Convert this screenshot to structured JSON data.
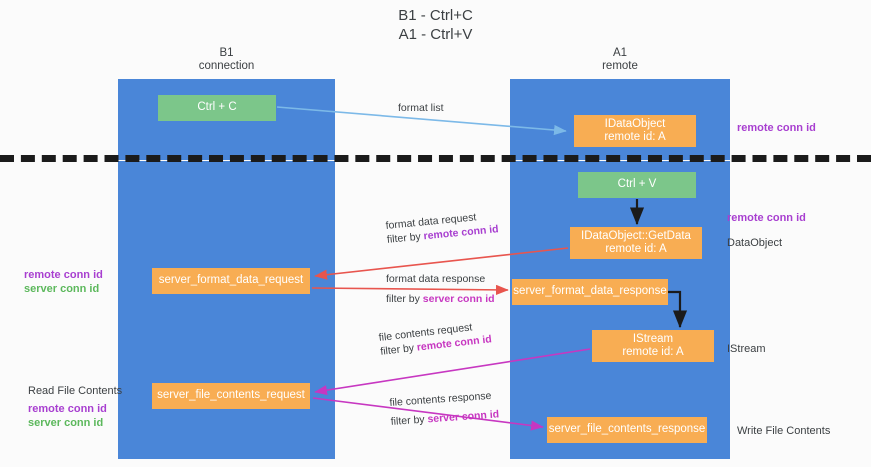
{
  "title": {
    "line1": "B1 - Ctrl+C",
    "line2": "A1 - Ctrl+V"
  },
  "lanes": [
    {
      "name": "B1",
      "role": "connection"
    },
    {
      "name": "A1",
      "role": "remote"
    }
  ],
  "nodes": {
    "ctrl_c": {
      "label": "Ctrl + C",
      "color": "#7cc68a"
    },
    "idataobject": {
      "line1": "IDataObject",
      "line2": "remote id: A",
      "color": "#f8ad53"
    },
    "ctrl_v": {
      "label": "Ctrl + V",
      "color": "#7cc68a"
    },
    "getdata": {
      "line1": "IDataObject::GetData",
      "line2": "remote id: A",
      "color": "#f8ad53"
    },
    "format_data_request": {
      "label": "server_format_data_request",
      "color": "#f8ad53"
    },
    "format_data_response": {
      "label": "server_format_data_response",
      "color": "#f8ad53"
    },
    "istream": {
      "line1": "IStream",
      "line2": "remote id: A",
      "color": "#f8ad53"
    },
    "file_contents_request": {
      "label": "server_file_contents_request",
      "color": "#f8ad53"
    },
    "file_contents_response": {
      "label": "server_file_contents_response",
      "color": "#f8ad53"
    }
  },
  "edges": {
    "format_list": {
      "label": "format list",
      "color": "#7cb9e8"
    },
    "format_data_request": {
      "label": "format data request",
      "filter_prefix": "filter by ",
      "filter_key": "remote conn id",
      "color": "#e8554e"
    },
    "format_data_response": {
      "label": "format data response",
      "filter_prefix": "filter by ",
      "filter_key": "server conn id",
      "color": "#e8554e"
    },
    "file_contents_request": {
      "label": "file contents request",
      "filter_prefix": "filter by ",
      "filter_key": "remote conn id",
      "color": "#c737c1"
    },
    "file_contents_response": {
      "label": "file contents response",
      "filter_prefix": "filter by ",
      "filter_key": "server conn id",
      "color": "#c737c1"
    }
  },
  "annotations": {
    "remote_conn_id_top": "remote conn id",
    "remote_conn_id_mid": "remote conn id",
    "dataobject": "DataObject",
    "istream": "IStream",
    "write_file_contents": "Write File Contents",
    "read_file_contents": "Read File Contents",
    "left_ids_upper": {
      "line1": "remote conn id",
      "line2": "server conn id"
    },
    "left_ids_lower": {
      "line1": "remote conn id",
      "line2": "server conn id"
    }
  },
  "colors": {
    "lane": "#4a86d8",
    "green_node": "#7cc68a",
    "orange_node": "#f8ad53",
    "purple_text": "#a83fd0",
    "green_text": "#5cb85c",
    "magenta_text": "#c737c1",
    "red_arrow": "#e8554e",
    "blue_arrow": "#7cb9e8",
    "divider": "#1b1b1b",
    "background": "#fbfbfb"
  }
}
